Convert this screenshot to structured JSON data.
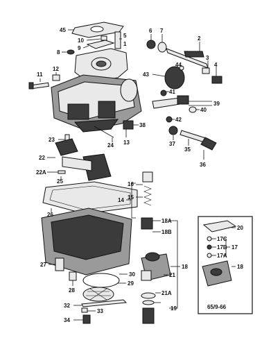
{
  "labels": {
    "n1": "1",
    "n2": "2",
    "n3": "3",
    "n4": "4",
    "n5": "5",
    "n6": "6",
    "n7": "7",
    "n8": "8",
    "n9": "9",
    "n10": "10",
    "n11": "11",
    "n12": "12",
    "n13": "13",
    "n14": "14",
    "n15": "15",
    "n16": "16",
    "n17": "17",
    "n17a": "17A",
    "n17b": "17B",
    "n17c": "17C",
    "n18": "18",
    "n18a": "18A",
    "n18b": "18B",
    "n19": "19",
    "n20": "20",
    "n21": "21",
    "n21a": "21A",
    "n22": "22",
    "n22a": "22A",
    "n23": "23",
    "n24": "24",
    "n25": "25",
    "n26": "26",
    "n27": "27",
    "n28": "28",
    "n29": "29",
    "n30": "30",
    "n32": "32",
    "n33": "33",
    "n34": "34",
    "n35": "35",
    "n36": "36",
    "n37": "37",
    "n38": "38",
    "n39": "39",
    "n40": "40",
    "n41": "41",
    "n42": "42",
    "n43": "43",
    "n44": "44",
    "n45": "45"
  },
  "inset_caption": "65/9-66"
}
